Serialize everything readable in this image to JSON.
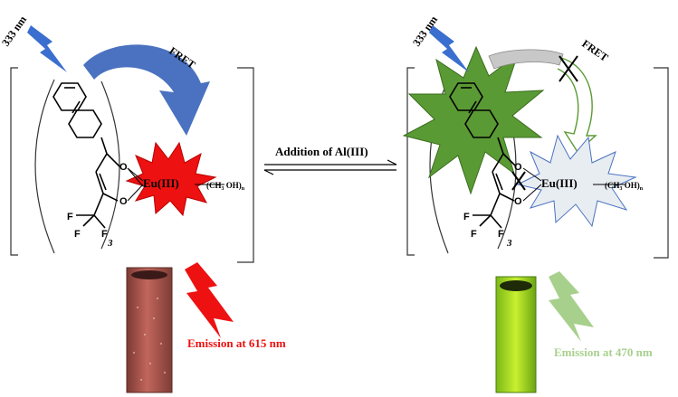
{
  "labels": {
    "uv_left": "333 nm",
    "uv_right": "333 nm",
    "fret_left": "FRET",
    "fret_right": "FRET",
    "addition": "Addition of Al(III)",
    "eu_left": "Eu(III)",
    "eu_right": "Eu(III)",
    "solvent_left": "(CH",
    "solvent_left_sub": "3",
    "solvent_left_tail": " OH)",
    "solvent_left_n": "n",
    "solvent_right": "(CH",
    "solvent_right_sub": "3",
    "solvent_right_tail": " OH)",
    "solvent_right_n": "n",
    "stoich_left": "3",
    "stoich_right": "3",
    "emission_left": "Emission at 615 nm",
    "emission_right": "Emission at 470 nm"
  },
  "atoms": {
    "o_top": "O",
    "o_bottom": "O",
    "f1": "F",
    "f2": "F",
    "f3": "F"
  },
  "colors": {
    "uv_bolt": "#3a6fd0",
    "fret_arrow": "#4a72c0",
    "eu_red": "#ee1111",
    "emission_red": "#ee1111",
    "green_star": "#5a9a34",
    "eu_pale": "#e8edf2",
    "emission_green": "#a8d08d",
    "cuvette_red": "#b05048",
    "cuvette_green": "#a8e020"
  }
}
